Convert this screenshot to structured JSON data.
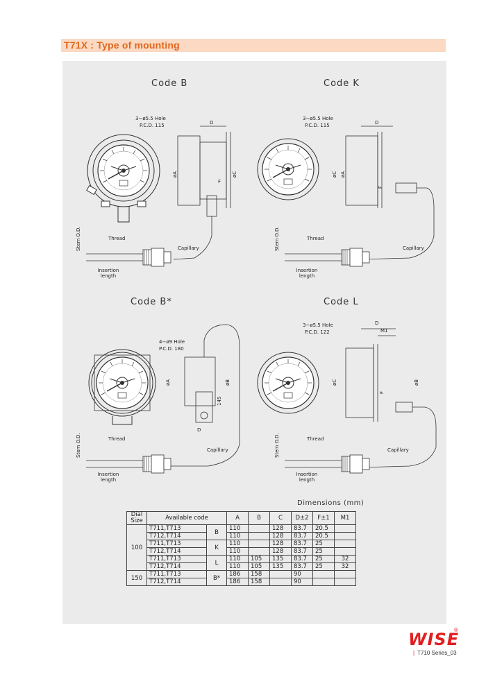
{
  "header": {
    "title": "T71X : Type of mounting"
  },
  "drawings": {
    "code_b": {
      "label": "Code B",
      "hole_note": "3−ø5.5 Hole",
      "pcd_note": "P.C.D. 115",
      "dim_d": "D",
      "dim_f": "F",
      "dim_a": "øA",
      "dim_c": "øC",
      "stem": "Stem O.D.",
      "thread": "Thread",
      "capillary": "Capillary",
      "insertion": "Insertion\nlength"
    },
    "code_k": {
      "label": "Code K",
      "hole_note": "3−ø5.5 Hole",
      "pcd_note": "P.C.D. 115",
      "dim_d": "D",
      "dim_f": "F",
      "dim_a": "øA",
      "dim_c": "øC",
      "stem": "Stem O.D.",
      "thread": "Thread",
      "capillary": "Capillary",
      "insertion": "Insertion\nlength"
    },
    "code_bstar": {
      "label": "Code B*",
      "hole_note": "4−ø9 Hole",
      "pcd_note": "P.C.D. 180",
      "dim_d": "D",
      "dim_a": "øA",
      "dim_b": "øB",
      "dim_145": "145",
      "stem": "Stem O.D.",
      "thread": "Thread",
      "capillary": "Capillary",
      "insertion": "Insertion\nlength"
    },
    "code_l": {
      "label": "Code L",
      "hole_note": "3−ø5.5 Hole",
      "pcd_note": "P.C.D. 122",
      "dim_d": "D",
      "dim_m1": "M1",
      "dim_f": "F",
      "dim_b": "øB",
      "dim_c": "øC",
      "stem": "Stem O.D.",
      "thread": "Thread",
      "capillary": "Capillary",
      "insertion": "Insertion\nlength"
    }
  },
  "dimensions": {
    "caption": "Dimensions (mm)",
    "headers": [
      "Dial\nSize",
      "Available code",
      "",
      "A",
      "B",
      "C",
      "D±2",
      "F±1",
      "M1"
    ],
    "rows": [
      {
        "size": "100",
        "model": "T711,T713",
        "code": "B",
        "A": "110",
        "B": "",
        "C": "128",
        "D": "83.7",
        "F": "20.5",
        "M1": ""
      },
      {
        "size": "",
        "model": "T712,T714",
        "code": "",
        "A": "110",
        "B": "",
        "C": "128",
        "D": "83.7",
        "F": "20.5",
        "M1": ""
      },
      {
        "size": "",
        "model": "T711,T713",
        "code": "K",
        "A": "110",
        "B": "",
        "C": "128",
        "D": "83.7",
        "F": "25",
        "M1": ""
      },
      {
        "size": "",
        "model": "T712,T714",
        "code": "",
        "A": "110",
        "B": "",
        "C": "128",
        "D": "83.7",
        "F": "25",
        "M1": ""
      },
      {
        "size": "",
        "model": "T711,T713",
        "code": "L",
        "A": "110",
        "B": "105",
        "C": "135",
        "D": "83.7",
        "F": "25",
        "M1": "32"
      },
      {
        "size": "",
        "model": "T712,T714",
        "code": "",
        "A": "110",
        "B": "105",
        "C": "135",
        "D": "83.7",
        "F": "25",
        "M1": "32"
      },
      {
        "size": "150",
        "model": "T711,T713",
        "code": "B*",
        "A": "186",
        "B": "158",
        "C": "",
        "D": "90",
        "F": "",
        "M1": ""
      },
      {
        "size": "",
        "model": "T712,T714",
        "code": "",
        "A": "186",
        "B": "158",
        "C": "",
        "D": "90",
        "F": "",
        "M1": ""
      }
    ]
  },
  "brand": {
    "logo": "WISE",
    "reg": "®",
    "footer": "T710 Series_03",
    "accent": "#e02020",
    "title_color": "#e0671e",
    "title_bg": "#fbd9c2"
  }
}
